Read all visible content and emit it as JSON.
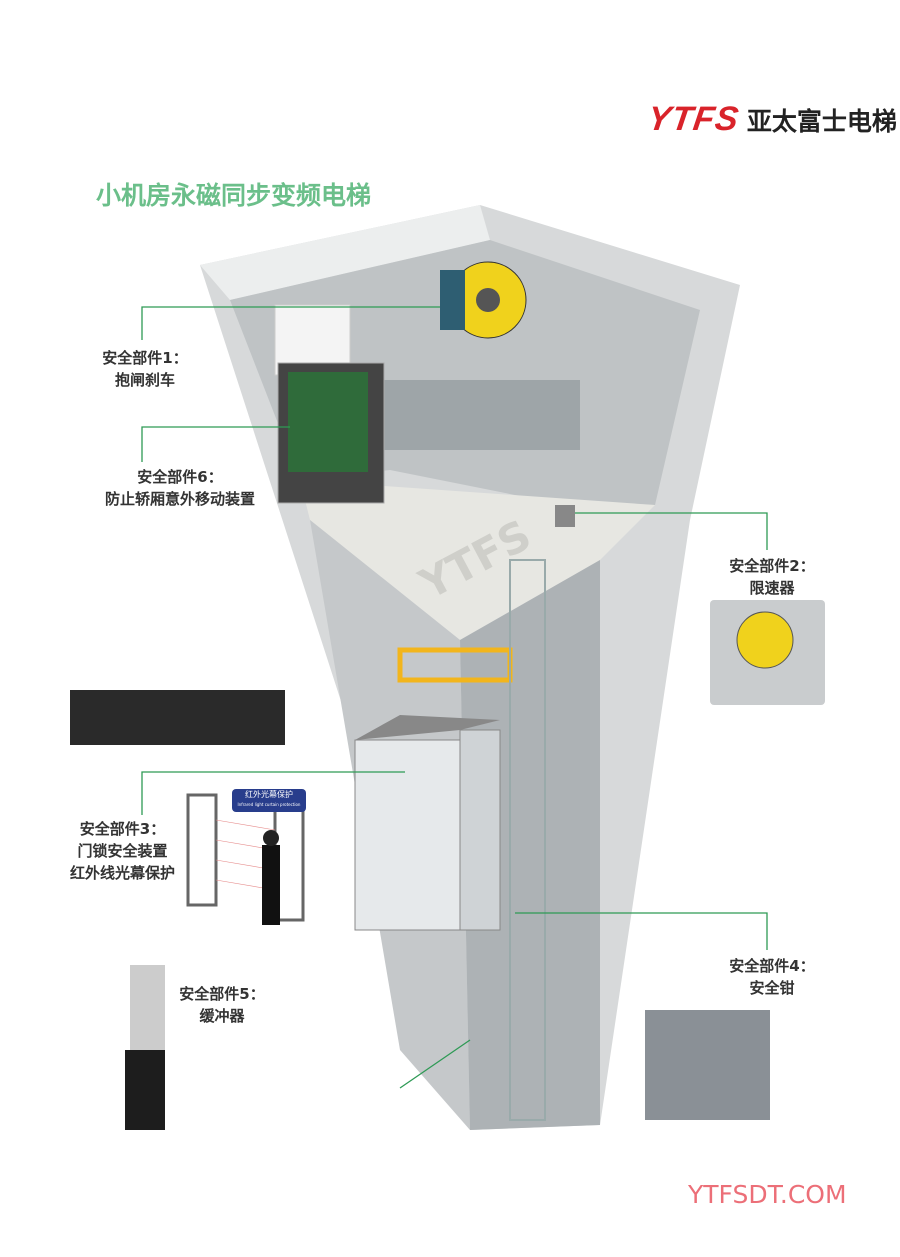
{
  "brand": {
    "logo_mark": "YTFS",
    "logo_text": "亚太富士电梯",
    "brand_color": "#d9232a"
  },
  "title": "小机房永磁同步变频电梯",
  "labels": [
    {
      "name": "安全部件1：",
      "desc": "抱闸刹车"
    },
    {
      "name": "安全部件6：",
      "desc": "防止轿厢意外移动装置"
    },
    {
      "name": "安全部件2：",
      "desc": "限速器"
    },
    {
      "name": "安全部件3：",
      "desc": "门锁安全装置",
      "desc2": "红外线光幕保护"
    },
    {
      "name": "安全部件4：",
      "desc": "安全钳"
    },
    {
      "name": "安全部件5：",
      "desc": "缓冲器"
    }
  ],
  "curtain_badge": {
    "title": "红外光幕保护",
    "subtitle": "Infrared light curtain protection"
  },
  "watermark": "YTFS",
  "website": "YTFSDT.COM",
  "colors": {
    "title": "#6bbf8a",
    "leader": "#2e9a55",
    "website": "#ec6f78"
  }
}
